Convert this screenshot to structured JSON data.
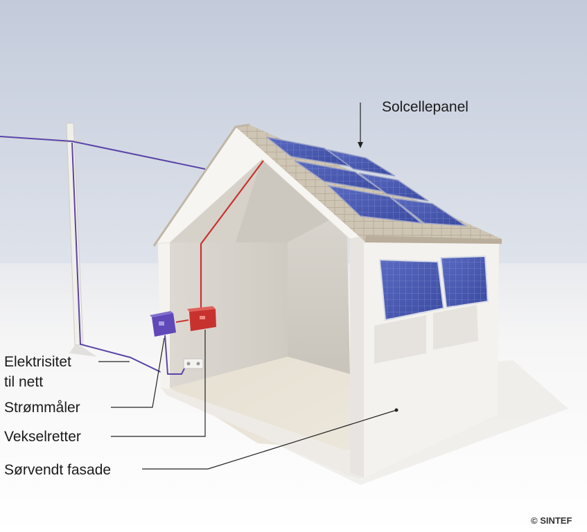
{
  "labels": {
    "solar_panel": "Solcellepanel",
    "grid_line1": "Elektrisitet",
    "grid_line2": "til nett",
    "meter": "Strømmåler",
    "inverter": "Vekselretter",
    "facade": "Sørvendt fasade"
  },
  "credit": "© SINTEF",
  "colors": {
    "sky_top": "#c7cedc",
    "sky_bottom": "#dde1ea",
    "ground": "#f4f4f4",
    "wall": "#f2f0ec",
    "roof": "#c9bfae",
    "panel": "#4a5bb0",
    "cable_purple": "#5a44a8",
    "cable_red": "#c8322e",
    "meter_box": "#6048b8",
    "inverter_box": "#c8322e"
  }
}
